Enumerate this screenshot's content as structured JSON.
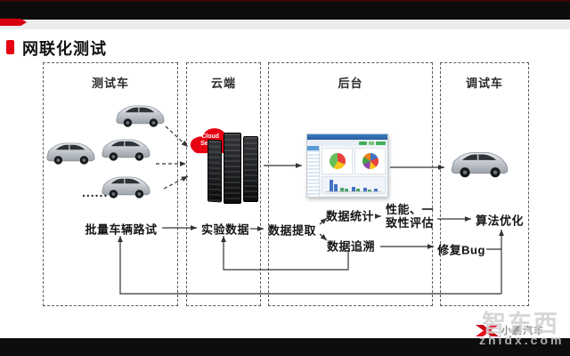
{
  "slide": {
    "title": "网联化测试",
    "boxes": [
      {
        "label": "测试车"
      },
      {
        "label": "云端"
      },
      {
        "label": "后台"
      },
      {
        "label": "调试车"
      }
    ],
    "ellipsis": "......",
    "cloud_server_label": "Cloud Server",
    "flow": {
      "batch_road_test": "批量车辆路试",
      "experiment_data": "实验数据",
      "data_extraction": "数据提取",
      "data_statistics": "数据统计",
      "data_tracing": "数据追溯",
      "performance_consistency_evaluation": "性能、一致性评估",
      "algorithm_optimization": "算法优化",
      "fix_bug": "修复Bug"
    }
  },
  "branding": {
    "logo_text": "小鹏汽车",
    "watermark_name": "智东西",
    "watermark_site": "zhidx.com"
  },
  "colors": {
    "accent_red": "#d7000f",
    "bar_black": "#0d0d0d",
    "dashed_border": "#5a5a5a",
    "cloud_red": "#e60012"
  }
}
